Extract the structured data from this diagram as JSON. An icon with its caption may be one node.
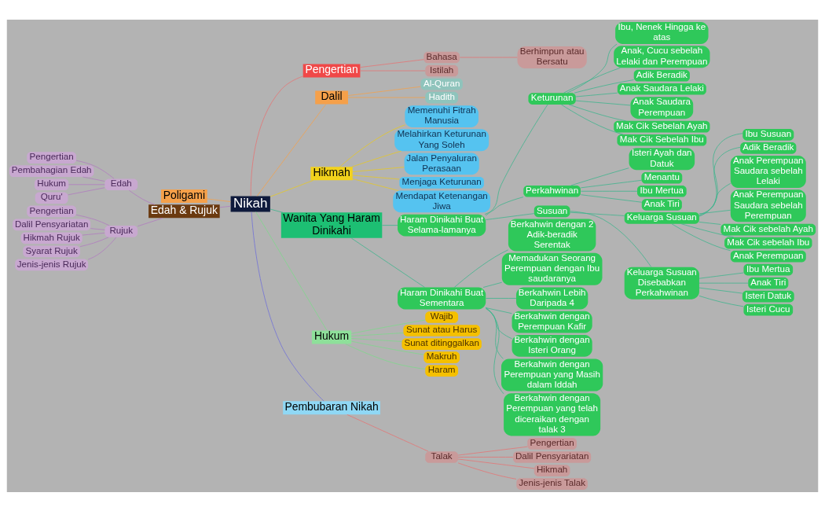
{
  "diagram": {
    "nodes": [
      {
        "text": [
          "Nikah"
        ]
      },
      {
        "text": [
          "Pengertian"
        ]
      },
      {
        "text": [
          "Dalil"
        ]
      },
      {
        "text": [
          "Hikmah"
        ]
      },
      {
        "text": [
          "Wanita Yang Haram Dinikahi"
        ]
      },
      {
        "text": [
          "Hukum"
        ]
      },
      {
        "text": [
          "Pembubaran Nikah"
        ]
      },
      {
        "text": [
          "Poligami"
        ]
      },
      {
        "text": [
          "Edah & Rujuk"
        ]
      },
      {
        "text": [
          "Bahasa"
        ]
      },
      {
        "text": [
          "Istilah"
        ]
      },
      {
        "text": [
          "Berhimpun atau Bersatu"
        ]
      },
      {
        "text": [
          "Al-Quran"
        ]
      },
      {
        "text": [
          "Hadith"
        ]
      },
      {
        "text": [
          "Memenuhi Fitrah Manusia"
        ]
      },
      {
        "text": [
          "Melahirkan Keturunan Yang Soleh"
        ]
      },
      {
        "text": [
          "Jalan Penyaluran Perasaan"
        ]
      },
      {
        "text": [
          "Menjaga Keturunan"
        ]
      },
      {
        "text": [
          "Mendapat Ketenangan Jiwa"
        ]
      },
      {
        "text": [
          "Haram Dinikahi Buat Selama-lamanya"
        ]
      },
      {
        "text": [
          "Keturunan"
        ]
      },
      {
        "text": [
          "Perkahwinan"
        ]
      },
      {
        "text": [
          "Susuan"
        ]
      },
      {
        "text": [
          "Ibu, Nenek Hingga ke atas"
        ]
      },
      {
        "text": [
          "Anak, Cucu sebelah Lelaki dan Perempuan"
        ]
      },
      {
        "text": [
          "Adik Beradik"
        ]
      },
      {
        "text": [
          "Anak Saudara Lelaki"
        ]
      },
      {
        "text": [
          "Anak Saudara Perempuan"
        ]
      },
      {
        "text": [
          "Mak Cik Sebelah Ayah"
        ]
      },
      {
        "text": [
          "Mak Cik Sebelah Ibu"
        ]
      },
      {
        "text": [
          "Isteri Ayah dan Datuk"
        ]
      },
      {
        "text": [
          "Menantu"
        ]
      },
      {
        "text": [
          "Ibu Mertua"
        ]
      },
      {
        "text": [
          "Anak Tiri"
        ]
      },
      {
        "text": [
          "Keluarga Susuan"
        ]
      },
      {
        "text": [
          "Keluarga Susuan Disebabkan Perkahwinan"
        ]
      },
      {
        "text": [
          "Ibu Susuan"
        ]
      },
      {
        "text": [
          "Adik Beradik"
        ]
      },
      {
        "text": [
          "Anak Perempuan Saudara sebelah Lelaki"
        ]
      },
      {
        "text": [
          "Anak Perempuan Saudara sebelah Perempuan"
        ]
      },
      {
        "text": [
          "Mak Cik sebelah Ayah"
        ]
      },
      {
        "text": [
          "Mak Cik sebelah Ibu"
        ]
      },
      {
        "text": [
          "Anak Perempuan"
        ]
      },
      {
        "text": [
          "Ibu Mertua"
        ]
      },
      {
        "text": [
          "Anak Tiri"
        ]
      },
      {
        "text": [
          "Isteri Datuk"
        ]
      },
      {
        "text": [
          "Isteri Cucu"
        ]
      },
      {
        "text": [
          "Haram Dinikahi Buat Sementara"
        ]
      },
      {
        "text": [
          "Berkahwin dengan 2 Adik-beradik Serentak"
        ]
      },
      {
        "text": [
          "Memadukan Seorang Perempuan dengan Ibu saudaranya"
        ]
      },
      {
        "text": [
          "Berkahwin Lebih Daripada 4"
        ]
      },
      {
        "text": [
          "Berkahwin dengan Perempuan Kafir"
        ]
      },
      {
        "text": [
          "Berkahwin dengan Isteri Orang"
        ]
      },
      {
        "text": [
          "Berkahwin dengan Perempuan yang Masih dalam Iddah"
        ]
      },
      {
        "text": [
          "Berkahwin dengan Perempuan yang telah diceraikan dengan talak 3"
        ]
      },
      {
        "text": [
          "Wajib"
        ]
      },
      {
        "text": [
          "Sunat atau Harus"
        ]
      },
      {
        "text": [
          "Sunat ditinggalkan"
        ]
      },
      {
        "text": [
          "Makruh"
        ]
      },
      {
        "text": [
          "Haram"
        ]
      },
      {
        "text": [
          "Talak"
        ]
      },
      {
        "text": [
          "Pengertian"
        ]
      },
      {
        "text": [
          "Dalil Pensyariatan"
        ]
      },
      {
        "text": [
          "Hikmah"
        ]
      },
      {
        "text": [
          "Jenis-jenis Talak"
        ]
      },
      {
        "text": [
          "Edah"
        ]
      },
      {
        "text": [
          "Rujuk"
        ]
      },
      {
        "text": [
          "Pengertian"
        ]
      },
      {
        "text": [
          "Pembahagian Edah"
        ]
      },
      {
        "text": [
          "Hukum"
        ]
      },
      {
        "text": [
          "Quru'"
        ]
      },
      {
        "text": [
          "Pengertian"
        ]
      },
      {
        "text": [
          "Dalil Pensyariatan"
        ]
      },
      {
        "text": [
          "Hikmah Rujuk"
        ]
      },
      {
        "text": [
          "Syarat Rujuk"
        ]
      },
      {
        "text": [
          "Jenis-jenis Rujuk"
        ]
      }
    ],
    "edges": [
      {
        "from": 0,
        "to": 1,
        "arrow": "none",
        "color": "#e57373"
      },
      {
        "from": 0,
        "to": 2,
        "arrow": "none",
        "color": "#f5a04a"
      },
      {
        "from": 0,
        "to": 3,
        "arrow": "none",
        "color": "#e8c820"
      },
      {
        "from": 0,
        "to": 4,
        "arrow": "none",
        "color": "#3cb48c"
      },
      {
        "from": 0,
        "to": 5,
        "arrow": "none",
        "color": "#7ed88a"
      },
      {
        "from": 0,
        "to": 6,
        "arrow": "none",
        "color": "#6f6fd8"
      },
      {
        "from": 0,
        "to": 7,
        "arrow": "none",
        "color": "#f5a04a"
      },
      {
        "from": 0,
        "to": 8,
        "arrow": "none",
        "color": "#b07ac0"
      },
      {
        "from": 1,
        "to": 9,
        "arrow": "none",
        "color": "#e57373"
      },
      {
        "from": 1,
        "to": 10,
        "arrow": "none",
        "color": "#e57373"
      },
      {
        "from": 9,
        "to": 11,
        "arrow": "none",
        "color": "#e57373"
      },
      {
        "from": 2,
        "to": 12,
        "arrow": "none",
        "color": "#f5a04a"
      },
      {
        "from": 2,
        "to": 13,
        "arrow": "none",
        "color": "#f5a04a"
      },
      {
        "from": 3,
        "to": 14,
        "arrow": "none",
        "color": "#e8c820"
      },
      {
        "from": 3,
        "to": 15,
        "arrow": "none",
        "color": "#e8c820"
      },
      {
        "from": 3,
        "to": 16,
        "arrow": "none",
        "color": "#e8c820"
      },
      {
        "from": 3,
        "to": 17,
        "arrow": "none",
        "color": "#e8c820"
      },
      {
        "from": 3,
        "to": 18,
        "arrow": "none",
        "color": "#e8c820"
      },
      {
        "from": 4,
        "to": 19,
        "arrow": "none",
        "color": "#3cb48c"
      },
      {
        "from": 19,
        "to": 20,
        "arrow": "none",
        "color": "#3cb48c"
      },
      {
        "from": 19,
        "to": 21,
        "arrow": "none",
        "color": "#3cb48c"
      },
      {
        "from": 19,
        "to": 22,
        "arrow": "none",
        "color": "#3cb48c"
      },
      {
        "from": 20,
        "to": 23,
        "arrow": "none",
        "color": "#3cb48c"
      },
      {
        "from": 20,
        "to": 24,
        "arrow": "none",
        "color": "#3cb48c"
      },
      {
        "from": 20,
        "to": 25,
        "arrow": "none",
        "color": "#3cb48c"
      },
      {
        "from": 20,
        "to": 26,
        "arrow": "none",
        "color": "#3cb48c"
      },
      {
        "from": 20,
        "to": 27,
        "arrow": "none",
        "color": "#3cb48c"
      },
      {
        "from": 20,
        "to": 28,
        "arrow": "none",
        "color": "#3cb48c"
      },
      {
        "from": 20,
        "to": 29,
        "arrow": "none",
        "color": "#3cb48c"
      },
      {
        "from": 21,
        "to": 30,
        "arrow": "none",
        "color": "#3cb48c"
      },
      {
        "from": 21,
        "to": 31,
        "arrow": "none",
        "color": "#3cb48c"
      },
      {
        "from": 21,
        "to": 32,
        "arrow": "none",
        "color": "#3cb48c"
      },
      {
        "from": 21,
        "to": 33,
        "arrow": "none",
        "color": "#3cb48c"
      },
      {
        "from": 22,
        "to": 34,
        "arrow": "none",
        "color": "#3cb48c"
      },
      {
        "from": 22,
        "to": 35,
        "arrow": "none",
        "color": "#3cb48c"
      },
      {
        "from": 34,
        "to": 36,
        "arrow": "none",
        "color": "#3cb48c"
      },
      {
        "from": 34,
        "to": 37,
        "arrow": "none",
        "color": "#3cb48c"
      },
      {
        "from": 34,
        "to": 38,
        "arrow": "none",
        "color": "#3cb48c"
      },
      {
        "from": 34,
        "to": 39,
        "arrow": "none",
        "color": "#3cb48c"
      },
      {
        "from": 34,
        "to": 40,
        "arrow": "none",
        "color": "#3cb48c"
      },
      {
        "from": 34,
        "to": 41,
        "arrow": "none",
        "color": "#3cb48c"
      },
      {
        "from": 34,
        "to": 42,
        "arrow": "none",
        "color": "#3cb48c"
      },
      {
        "from": 35,
        "to": 43,
        "arrow": "none",
        "color": "#3cb48c"
      },
      {
        "from": 35,
        "to": 44,
        "arrow": "none",
        "color": "#3cb48c"
      },
      {
        "from": 35,
        "to": 45,
        "arrow": "none",
        "color": "#3cb48c"
      },
      {
        "from": 35,
        "to": 46,
        "arrow": "none",
        "color": "#3cb48c"
      },
      {
        "from": 4,
        "to": 47,
        "arrow": "none",
        "color": "#3cb48c"
      },
      {
        "from": 47,
        "to": 48,
        "arrow": "none",
        "color": "#3cb48c"
      },
      {
        "from": 47,
        "to": 49,
        "arrow": "none",
        "color": "#3cb48c"
      },
      {
        "from": 47,
        "to": 50,
        "arrow": "none",
        "color": "#3cb48c"
      },
      {
        "from": 47,
        "to": 51,
        "arrow": "none",
        "color": "#3cb48c"
      },
      {
        "from": 47,
        "to": 52,
        "arrow": "none",
        "color": "#3cb48c"
      },
      {
        "from": 47,
        "to": 53,
        "arrow": "none",
        "color": "#3cb48c"
      },
      {
        "from": 47,
        "to": 54,
        "arrow": "none",
        "color": "#3cb48c"
      },
      {
        "from": 5,
        "to": 55,
        "arrow": "none",
        "color": "#7ed88a"
      },
      {
        "from": 5,
        "to": 56,
        "arrow": "none",
        "color": "#7ed88a"
      },
      {
        "from": 5,
        "to": 57,
        "arrow": "none",
        "color": "#7ed88a"
      },
      {
        "from": 5,
        "to": 58,
        "arrow": "none",
        "color": "#7ed88a"
      },
      {
        "from": 5,
        "to": 59,
        "arrow": "none",
        "color": "#7ed88a"
      },
      {
        "from": 6,
        "to": 60,
        "arrow": "none",
        "color": "#e57373"
      },
      {
        "from": 60,
        "to": 61,
        "arrow": "none",
        "color": "#e57373"
      },
      {
        "from": 60,
        "to": 62,
        "arrow": "none",
        "color": "#e57373"
      },
      {
        "from": 60,
        "to": 63,
        "arrow": "none",
        "color": "#e57373"
      },
      {
        "from": 60,
        "to": 64,
        "arrow": "none",
        "color": "#e57373"
      },
      {
        "from": 8,
        "to": 65,
        "arrow": "none",
        "color": "#b07ac0"
      },
      {
        "from": 8,
        "to": 66,
        "arrow": "none",
        "color": "#b07ac0"
      },
      {
        "from": 65,
        "to": 67,
        "arrow": "none",
        "color": "#b07ac0"
      },
      {
        "from": 65,
        "to": 68,
        "arrow": "none",
        "color": "#b07ac0"
      },
      {
        "from": 65,
        "to": 69,
        "arrow": "none",
        "color": "#b07ac0"
      },
      {
        "from": 65,
        "to": 70,
        "arrow": "none",
        "color": "#b07ac0"
      },
      {
        "from": 66,
        "to": 71,
        "arrow": "none",
        "color": "#b07ac0"
      },
      {
        "from": 66,
        "to": 72,
        "arrow": "none",
        "color": "#b07ac0"
      },
      {
        "from": 66,
        "to": 73,
        "arrow": "none",
        "color": "#b07ac0"
      },
      {
        "from": 66,
        "to": 74,
        "arrow": "none",
        "color": "#b07ac0"
      },
      {
        "from": 66,
        "to": 75,
        "arrow": "none",
        "color": "#b07ac0"
      }
    ]
  }
}
